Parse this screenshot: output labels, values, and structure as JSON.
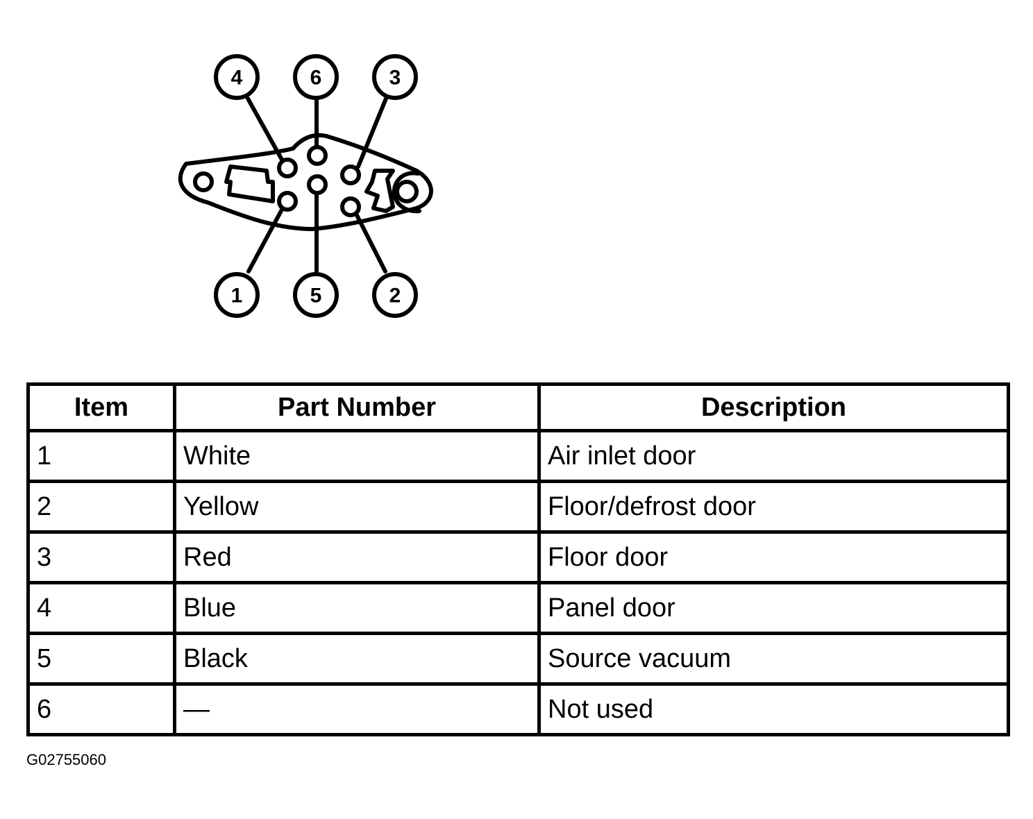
{
  "diagram": {
    "callouts": [
      {
        "label": "4"
      },
      {
        "label": "6"
      },
      {
        "label": "3"
      },
      {
        "label": "1"
      },
      {
        "label": "5"
      },
      {
        "label": "2"
      }
    ]
  },
  "table": {
    "headers": [
      "Item",
      "Part Number",
      "Description"
    ],
    "rows": [
      [
        "1",
        "White",
        "Air inlet door"
      ],
      [
        "2",
        "Yellow",
        "Floor/defrost door"
      ],
      [
        "3",
        "Red",
        "Floor door"
      ],
      [
        "4",
        "Blue",
        "Panel door"
      ],
      [
        "5",
        "Black",
        "Source vacuum"
      ],
      [
        "6",
        "—",
        "Not used"
      ]
    ]
  },
  "figure_code": "G02755060"
}
